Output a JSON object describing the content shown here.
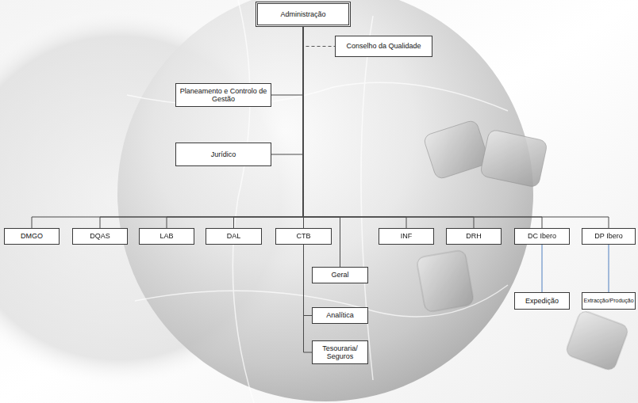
{
  "diagram": {
    "nodes": [
      {
        "text": [
          "Administração"
        ]
      },
      {
        "text": [
          "Conselho da Qualidade"
        ]
      },
      {
        "text": [
          "Planeamento e Controlo de Gestão"
        ]
      },
      {
        "text": [
          "Jurídico"
        ]
      },
      {
        "text": [
          "DMGO"
        ]
      },
      {
        "text": [
          "DQAS"
        ]
      },
      {
        "text": [
          "LAB"
        ]
      },
      {
        "text": [
          "DAL"
        ]
      },
      {
        "text": [
          "CTB"
        ]
      },
      {
        "text": [
          "INF"
        ]
      },
      {
        "text": [
          "DRH"
        ]
      },
      {
        "text": [
          "DC Ibero"
        ]
      },
      {
        "text": [
          "DP Ibero"
        ]
      },
      {
        "text": [
          "Geral"
        ]
      },
      {
        "text": [
          "Analítica"
        ]
      },
      {
        "text": [
          "Tesouraria/ Seguros"
        ]
      },
      {
        "text": [
          "Expedição"
        ]
      },
      {
        "text": [
          "Extracção/Produção"
        ]
      }
    ],
    "edges": [
      {
        "from": 0,
        "to": 1,
        "arrow": "none"
      },
      {
        "from": 0,
        "to": 2,
        "arrow": "none"
      },
      {
        "from": 0,
        "to": 3,
        "arrow": "none"
      },
      {
        "from": 0,
        "to": 4,
        "arrow": "none"
      },
      {
        "from": 0,
        "to": 5,
        "arrow": "none"
      },
      {
        "from": 0,
        "to": 6,
        "arrow": "none"
      },
      {
        "from": 0,
        "to": 7,
        "arrow": "none"
      },
      {
        "from": 0,
        "to": 8,
        "arrow": "none"
      },
      {
        "from": 0,
        "to": 9,
        "arrow": "none"
      },
      {
        "from": 0,
        "to": 10,
        "arrow": "none"
      },
      {
        "from": 0,
        "to": 11,
        "arrow": "none"
      },
      {
        "from": 0,
        "to": 12,
        "arrow": "none"
      },
      {
        "from": 8,
        "to": 13,
        "arrow": "none"
      },
      {
        "from": 8,
        "to": 14,
        "arrow": "none"
      },
      {
        "from": 8,
        "to": 15,
        "arrow": "none"
      },
      {
        "from": 11,
        "to": 16,
        "arrow": "none"
      },
      {
        "from": 12,
        "to": 17,
        "arrow": "none"
      }
    ]
  }
}
